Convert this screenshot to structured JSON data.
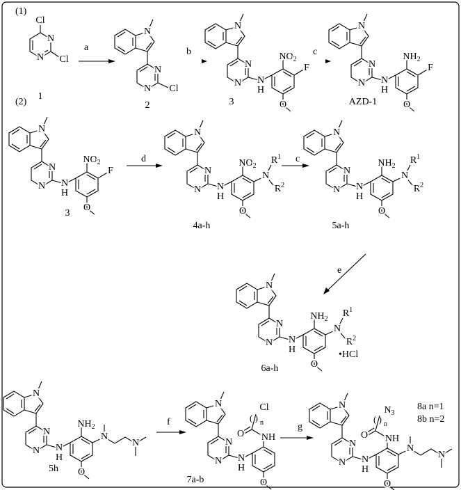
{
  "scheme": {
    "part1_label": "(1)",
    "part2_label": "(2)",
    "reagents": {
      "a": "a",
      "b": "b",
      "c1": "c",
      "d": "d",
      "c2": "c",
      "e": "e",
      "f": "f",
      "g": "g"
    },
    "compounds": {
      "c1": "1",
      "c2": "2",
      "c3_top": "3",
      "azd1": "AZD-1",
      "c3_mid": "3",
      "c4": "4a-h",
      "c5": "5a-h",
      "c6": "6a-h",
      "c5h": "5h",
      "c7": "7a-b",
      "c8a": "8a n=1",
      "c8b": "8b n=2"
    },
    "atoms": {
      "N": "N",
      "H": "H",
      "Cl": "Cl",
      "F": "F",
      "O": "O",
      "NO": "NO",
      "NH": "NH",
      "sub2": "2",
      "sub3": "3",
      "R": "R",
      "sup1": "1",
      "sup2": "2",
      "n": "n",
      "paren": "(  )",
      "HCl": "•HCl"
    }
  }
}
